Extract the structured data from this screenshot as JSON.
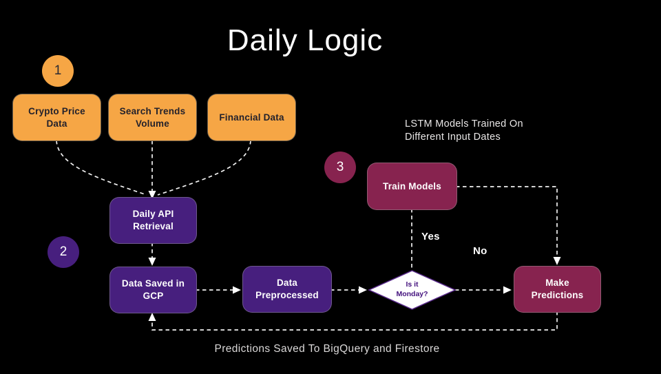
{
  "title": "Daily Logic",
  "badges": [
    {
      "number": "1"
    },
    {
      "number": "2"
    },
    {
      "number": "3"
    }
  ],
  "nodes": {
    "crypto_price": {
      "label": "Crypto Price\nData"
    },
    "search_trends": {
      "label": "Search Trends\nVolume"
    },
    "financial_data": {
      "label": "Financial Data"
    },
    "daily_api": {
      "label": "Daily API\nRetrieval"
    },
    "data_saved_gcp": {
      "label": "Data Saved in\nGCP"
    },
    "data_preprocessed": {
      "label": "Data\nPreprocessed"
    },
    "is_it_monday": {
      "label": "Is it\nMonday?"
    },
    "train_models": {
      "label": "Train Models"
    },
    "make_predictions": {
      "label": "Make\nPredictions"
    }
  },
  "annotations": {
    "lstm_note": "LSTM Models Trained On\nDifferent Input Dates",
    "yes": "Yes",
    "no": "No",
    "bottom_note": "Predictions Saved To BigQuery and Firestore"
  },
  "colors": {
    "background": "#000000",
    "orange": "#F6A645",
    "purple": "#471F7E",
    "maroon": "#87234F",
    "diamond_fill": "#FFFFFF",
    "diamond_border": "#5A2B8C",
    "diamond_text": "#44127E",
    "connector_line": "#F2F2F2",
    "box_text_dark": "#23212B",
    "box_text_light": "#FFFFFF"
  }
}
